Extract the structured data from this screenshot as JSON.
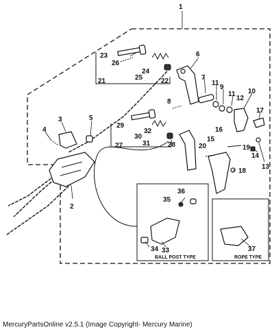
{
  "callouts": {
    "c1": "1",
    "c2": "2",
    "c3": "3",
    "c4": "4",
    "c5": "5",
    "c6": "6",
    "c7": "7",
    "c8": "8",
    "c9": "9",
    "c10": "10",
    "c11a": "11",
    "c11b": "11",
    "c12": "12",
    "c13": "13",
    "c14": "14",
    "c15": "15",
    "c16": "16",
    "c17": "17",
    "c18": "18",
    "c19": "19",
    "c20": "20",
    "c21": "21",
    "c22": "22",
    "c23": "23",
    "c24": "24",
    "c25": "25",
    "c26": "26",
    "c27": "27",
    "c28": "28",
    "c29": "29",
    "c30": "30",
    "c31": "31",
    "c32": "32",
    "c33": "33",
    "c34": "34",
    "c35": "35",
    "c36": "36",
    "c37": "37"
  },
  "insets": {
    "ball_post": "BALL POST TYPE",
    "rope": "ROPE TYPE"
  },
  "caption": "MercuryPartsOnline v2.5.1 (Image Copyright- Mercury Marine)"
}
